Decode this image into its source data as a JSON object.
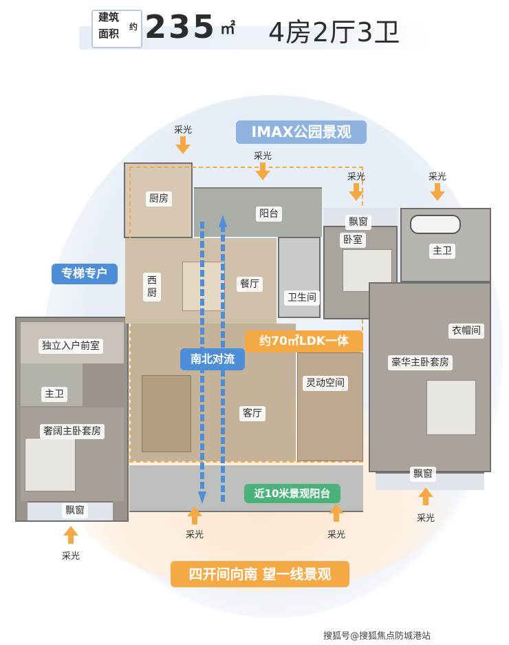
{
  "header": {
    "area_label_line1": "建筑",
    "area_label_line2": "面积",
    "approx": "约",
    "area_value": "235",
    "area_unit": "㎡",
    "layout": "4房2厅3卫"
  },
  "highlights": {
    "imax": "IMAX公园景观",
    "elevator": "专梯专户",
    "ldk": "约70㎡LDK一体",
    "flow": "南北对流",
    "balcony": "近10米景观阳台",
    "south": "四开间向南  望一线景观"
  },
  "sunlight_label": "采光",
  "rooms": {
    "kitchen": "厨房",
    "balcony_north": "阳台",
    "bay_window_north": "飘窗",
    "bedroom": "卧室",
    "master_bath_right": "主卫",
    "western_kitchen": "西厨",
    "dining": "餐厅",
    "bathroom": "卫生间",
    "wardrobe": "衣帽间",
    "foyer": "独立入户前室",
    "luxury_master": "豪华主卧套房",
    "master_bath_left": "主卫",
    "flex_space": "灵动空间",
    "living": "客厅",
    "lavish_master": "奢阔主卧套房",
    "bay_window_right": "飘窗",
    "bay_window_left": "飘窗"
  },
  "watermark": "搜狐号@搜狐焦点防城港站",
  "colors": {
    "orange": "#f5a945",
    "blue": "#4e8ed8",
    "green": "#4bb37a",
    "imax_blue": "#8fb3e0"
  }
}
